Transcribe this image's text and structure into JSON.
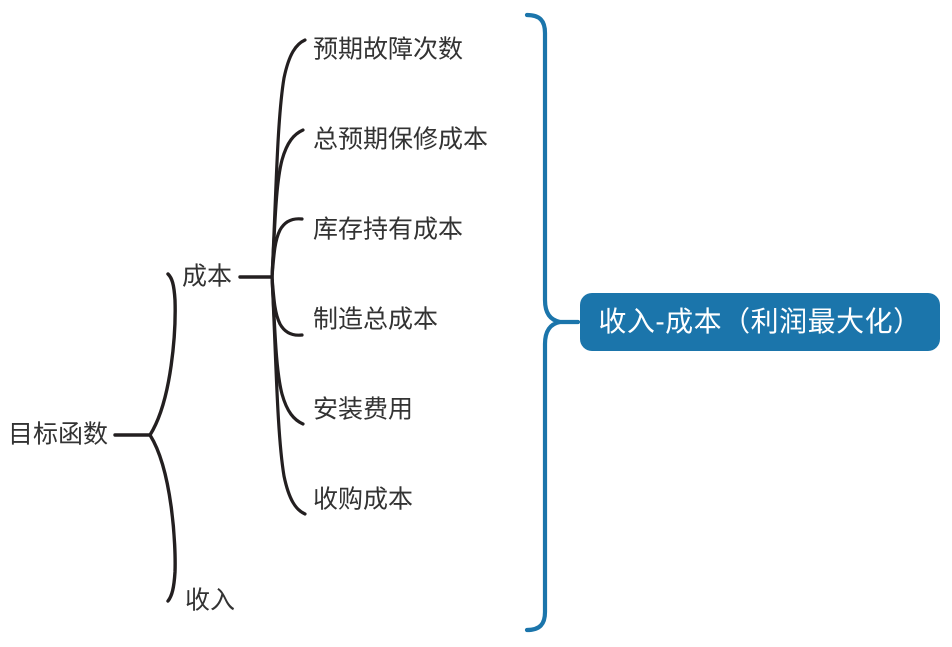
{
  "diagram": {
    "title": "目标函数",
    "root": {
      "label": "目标函数"
    },
    "branches": [
      {
        "label": "成本"
      },
      {
        "label": "收入"
      }
    ],
    "cost_items": [
      {
        "label": "预期故障次数"
      },
      {
        "label": "总预期保修成本"
      },
      {
        "label": "库存持有成本"
      },
      {
        "label": "制造总成本"
      },
      {
        "label": "安装费用"
      },
      {
        "label": "收购成本"
      }
    ],
    "result": {
      "label": "收入-成本（利润最大化）"
    },
    "colors": {
      "accent_blue": "#1b75ab",
      "line_black": "#231f20",
      "text_dark": "#333333",
      "background": "#ffffff",
      "result_text": "#ffffff"
    }
  }
}
